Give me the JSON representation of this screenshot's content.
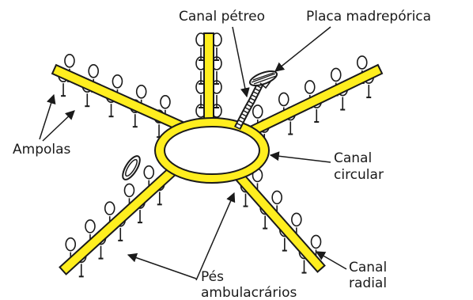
{
  "labels": {
    "canal_petreo": "Canal pétreo",
    "placa_madreporica": "Placa madrepórica",
    "ampolas": "Ampolas",
    "canal_circular_1": "Canal",
    "canal_circular_2": "circular",
    "pes_1": "Pés",
    "pes_2": "ambulacrários",
    "canal_radial_1": "Canal",
    "canal_radial_2": "radial"
  },
  "colors": {
    "canal": "#ffee1f",
    "outline": "#1a1a1a",
    "tube_feet": "#ffffff"
  }
}
